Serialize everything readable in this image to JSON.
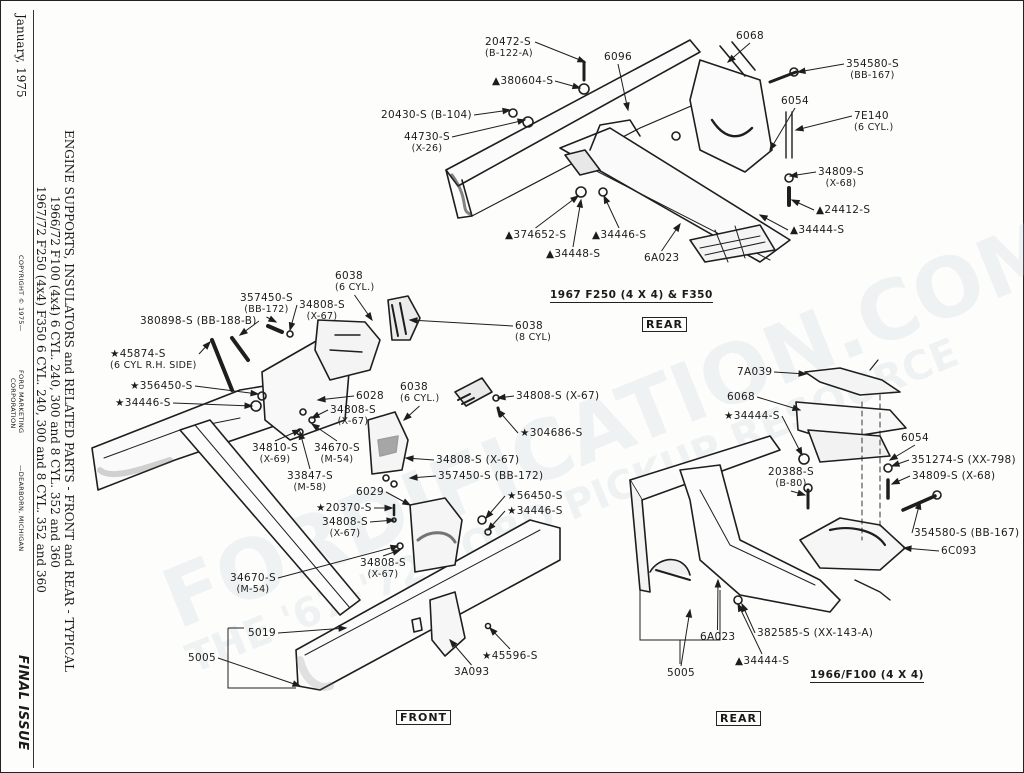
{
  "sidebar": {
    "date": "January, 1975",
    "title_line1": "ENGINE SUPPORTS, INSULATORS and RELATED PARTS - FRONT and REAR - TYPICAL",
    "title_line2": "1966/72   F100 (4x4) 6 CYL. 240, 300 and 8 CYL. 352 and 360",
    "title_line3": "1967/72  F250 (4x4) F350 6 CYL. 240, 300 and 8 CYL. 352 and 360",
    "copyright": "COPYRIGHT © 1975—",
    "publisher_line1": "FORD MARKETING",
    "publisher_line2": "CORPORATION",
    "location": "—DEARBORN, MICHIGAN",
    "issue": "FINAL ISSUE"
  },
  "watermark": {
    "line1": "FORDIFICATION.COM",
    "line2": "THE '67-'72 FORD PICKUP RESOURCE"
  },
  "views": {
    "rear_top": {
      "caption": "1967  F250  (4 X 4)  &  F350",
      "view_label": "REAR",
      "callouts": [
        {
          "id": "p20472",
          "text": "20472-S",
          "sub": "(B-122-A)"
        },
        {
          "id": "p380604",
          "text": "▲380604-S",
          "sub": ""
        },
        {
          "id": "p20430",
          "text": "20430-S (B-104)",
          "sub": ""
        },
        {
          "id": "p44730",
          "text": "44730-S",
          "sub": "(X-26)"
        },
        {
          "id": "p6096",
          "text": "6096",
          "sub": ""
        },
        {
          "id": "p6068a",
          "text": "6068",
          "sub": ""
        },
        {
          "id": "p354580a",
          "text": "354580-S",
          "sub": "(BB-167)"
        },
        {
          "id": "p6054a",
          "text": "6054",
          "sub": ""
        },
        {
          "id": "p7E140",
          "text": "7E140",
          "sub": "(6 CYL.)"
        },
        {
          "id": "p34809a",
          "text": "34809-S",
          "sub": "(X-68)"
        },
        {
          "id": "p24412",
          "text": "▲24412-S",
          "sub": ""
        },
        {
          "id": "p34444a",
          "text": "▲34444-S",
          "sub": ""
        },
        {
          "id": "p374652",
          "text": "▲374652-S",
          "sub": ""
        },
        {
          "id": "p34446a",
          "text": "▲34446-S",
          "sub": ""
        },
        {
          "id": "p34448",
          "text": "▲34448-S",
          "sub": ""
        },
        {
          "id": "p6A023a",
          "text": "6A023",
          "sub": ""
        }
      ]
    },
    "front": {
      "view_label": "FRONT",
      "callouts": [
        {
          "id": "p6038a",
          "text": "6038",
          "sub": "(6 CYL.)"
        },
        {
          "id": "p357450a",
          "text": "357450-S",
          "sub": "(BB-172)"
        },
        {
          "id": "p34808a",
          "text": "34808-S",
          "sub": "(X-67)"
        },
        {
          "id": "p380898",
          "text": "380898-S (BB-188-B)",
          "sub": ""
        },
        {
          "id": "p45874",
          "text": "★45874-S",
          "sub": "(6 CYL R.H. SIDE)"
        },
        {
          "id": "p6038b",
          "text": "6038",
          "sub": "(8 CYL)"
        },
        {
          "id": "p356450",
          "text": "★356450-S",
          "sub": ""
        },
        {
          "id": "p34446b",
          "text": "★34446-S",
          "sub": ""
        },
        {
          "id": "p6028",
          "text": "6028",
          "sub": ""
        },
        {
          "id": "p34808b",
          "text": "34808-S",
          "sub": "(X-67)"
        },
        {
          "id": "p6038c",
          "text": "6038",
          "sub": "(6 CYL.)"
        },
        {
          "id": "p34808c",
          "text": "34808-S (X-67)",
          "sub": ""
        },
        {
          "id": "p304686",
          "text": "★304686-S",
          "sub": ""
        },
        {
          "id": "p34810",
          "text": "34810-S",
          "sub": "(X-69)"
        },
        {
          "id": "p34670a",
          "text": "34670-S",
          "sub": "(M-54)"
        },
        {
          "id": "p33847",
          "text": "33847-S",
          "sub": "(M-58)"
        },
        {
          "id": "p34808d",
          "text": "34808-S (X-67)",
          "sub": ""
        },
        {
          "id": "p357450b",
          "text": "357450-S (BB-172)",
          "sub": ""
        },
        {
          "id": "p6029",
          "text": "6029",
          "sub": ""
        },
        {
          "id": "p56450",
          "text": "★56450-S",
          "sub": ""
        },
        {
          "id": "p20370",
          "text": "★20370-S",
          "sub": ""
        },
        {
          "id": "p34446c",
          "text": "★34446-S",
          "sub": ""
        },
        {
          "id": "p34808e",
          "text": "34808-S",
          "sub": "(X-67)"
        },
        {
          "id": "p34670b",
          "text": "34670-S",
          "sub": "(M-54)"
        },
        {
          "id": "p34808f",
          "text": "34808-S",
          "sub": "(X-67)"
        },
        {
          "id": "p5019",
          "text": "5019",
          "sub": ""
        },
        {
          "id": "p5005a",
          "text": "5005",
          "sub": ""
        },
        {
          "id": "p45596",
          "text": "★45596-S",
          "sub": ""
        },
        {
          "id": "p3A093",
          "text": "3A093",
          "sub": ""
        }
      ]
    },
    "rear_bottom": {
      "caption": "1966/F100  (4 X 4)",
      "view_label": "REAR",
      "callouts": [
        {
          "id": "p7A039",
          "text": "7A039",
          "sub": ""
        },
        {
          "id": "p6068b",
          "text": "6068",
          "sub": ""
        },
        {
          "id": "p34444b",
          "text": "★34444-S",
          "sub": ""
        },
        {
          "id": "p6054b",
          "text": "6054",
          "sub": ""
        },
        {
          "id": "p351274",
          "text": "351274-S (XX-798)",
          "sub": ""
        },
        {
          "id": "p20388",
          "text": "20388-S",
          "sub": "(B-80)"
        },
        {
          "id": "p34809b",
          "text": "34809-S (X-68)",
          "sub": ""
        },
        {
          "id": "p354580b",
          "text": "354580-S (BB-167)",
          "sub": ""
        },
        {
          "id": "p6C093",
          "text": "6C093",
          "sub": ""
        },
        {
          "id": "p6A023b",
          "text": "6A023",
          "sub": ""
        },
        {
          "id": "p382585",
          "text": "382585-S (XX-143-A)",
          "sub": ""
        },
        {
          "id": "p34444c",
          "text": "▲34444-S",
          "sub": ""
        },
        {
          "id": "p5005b",
          "text": "5005",
          "sub": ""
        }
      ]
    }
  }
}
